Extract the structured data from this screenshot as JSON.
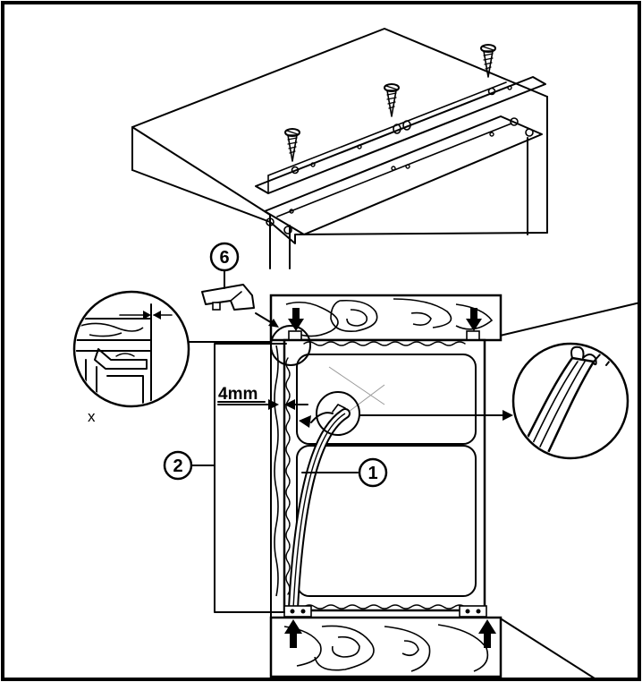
{
  "figure": {
    "callouts": {
      "part_six": "6",
      "part_one": "1",
      "part_two": "2"
    },
    "dimension_label": "4mm",
    "detail_label": "x"
  }
}
